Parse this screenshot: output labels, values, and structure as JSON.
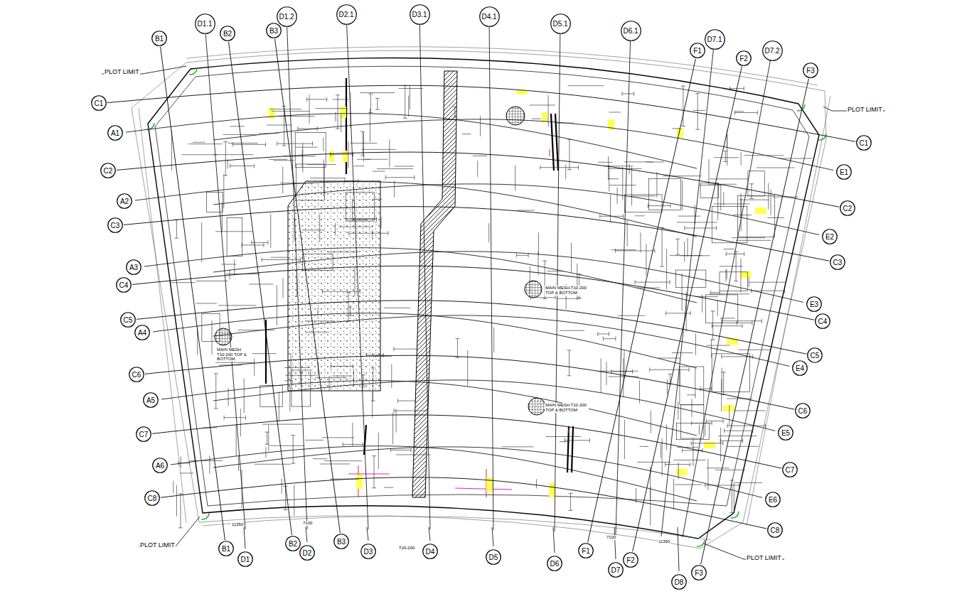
{
  "diagram": {
    "nodes": [
      {
        "text": [
          "B1"
        ]
      },
      {
        "text": [
          "D1.1"
        ]
      },
      {
        "text": [
          "B2"
        ]
      },
      {
        "text": [
          "B3"
        ]
      },
      {
        "text": [
          "D1.2"
        ]
      },
      {
        "text": [
          "D2.1"
        ]
      },
      {
        "text": [
          "D3.1"
        ]
      },
      {
        "text": [
          "D4.1"
        ]
      },
      {
        "text": [
          "D5.1"
        ]
      },
      {
        "text": [
          "D6.1"
        ]
      },
      {
        "text": [
          "F1"
        ]
      },
      {
        "text": [
          "D7.1"
        ]
      },
      {
        "text": [
          "F2"
        ]
      },
      {
        "text": [
          "D7.2"
        ]
      },
      {
        "text": [
          "F3"
        ]
      },
      {
        "text": [
          "C1"
        ]
      },
      {
        "text": [
          "A1"
        ]
      },
      {
        "text": [
          "C2"
        ]
      },
      {
        "text": [
          "A2"
        ]
      },
      {
        "text": [
          "C3"
        ]
      },
      {
        "text": [
          "A3"
        ]
      },
      {
        "text": [
          "C4"
        ]
      },
      {
        "text": [
          "C5"
        ]
      },
      {
        "text": [
          "A4"
        ]
      },
      {
        "text": [
          "C6"
        ]
      },
      {
        "text": [
          "A5"
        ]
      },
      {
        "text": [
          "C7"
        ]
      },
      {
        "text": [
          "A6"
        ]
      },
      {
        "text": [
          "C8"
        ]
      },
      {
        "text": [
          "C1"
        ]
      },
      {
        "text": [
          "E1"
        ]
      },
      {
        "text": [
          "C2"
        ]
      },
      {
        "text": [
          "E2"
        ]
      },
      {
        "text": [
          "C3"
        ]
      },
      {
        "text": [
          "E3"
        ]
      },
      {
        "text": [
          "C4"
        ]
      },
      {
        "text": [
          "C5"
        ]
      },
      {
        "text": [
          "E4"
        ]
      },
      {
        "text": [
          "C6"
        ]
      },
      {
        "text": [
          "E5"
        ]
      },
      {
        "text": [
          "C7"
        ]
      },
      {
        "text": [
          "E6"
        ]
      },
      {
        "text": [
          "C8"
        ]
      },
      {
        "text": [
          "B1"
        ]
      },
      {
        "text": [
          "D1"
        ]
      },
      {
        "text": [
          "B2"
        ]
      },
      {
        "text": [
          "D2"
        ]
      },
      {
        "text": [
          "B3"
        ]
      },
      {
        "text": [
          "D3"
        ]
      },
      {
        "text": [
          "D4"
        ]
      },
      {
        "text": [
          "D5"
        ]
      },
      {
        "text": [
          "D6"
        ]
      },
      {
        "text": [
          "F1"
        ]
      },
      {
        "text": [
          "D7"
        ]
      },
      {
        "text": [
          "F2"
        ]
      },
      {
        "text": [
          "D8"
        ]
      },
      {
        "text": [
          "F3"
        ]
      }
    ],
    "edges": [
      {
        "from": 15,
        "to": 29,
        "arrow": "none"
      },
      {
        "from": 17,
        "to": 31,
        "arrow": "none"
      },
      {
        "from": 19,
        "to": 33,
        "arrow": "none"
      },
      {
        "from": 21,
        "to": 35,
        "arrow": "none"
      },
      {
        "from": 22,
        "to": 36,
        "arrow": "none"
      },
      {
        "from": 24,
        "to": 38,
        "arrow": "none"
      },
      {
        "from": 26,
        "to": 40,
        "arrow": "none"
      },
      {
        "from": 28,
        "to": 42,
        "arrow": "none"
      },
      {
        "from": 0,
        "to": 43,
        "arrow": "none"
      },
      {
        "from": 2,
        "to": 45,
        "arrow": "none"
      },
      {
        "from": 3,
        "to": 47,
        "arrow": "none"
      },
      {
        "from": 10,
        "to": 52,
        "arrow": "none"
      },
      {
        "from": 12,
        "to": 54,
        "arrow": "none"
      },
      {
        "from": 14,
        "to": 56,
        "arrow": "none"
      }
    ],
    "labels": [
      "PLOT LIMIT",
      "PLOT LIMIT",
      "PLOT LIMIT",
      "PLOT LIMIT",
      "MAIN MESH T10-200 TOP & BOTTOM",
      "MAIN MESH T10-200 TOP & BOTTOM",
      "MAIN MESH T10-200 TOP & BOTTOM",
      "T20-200",
      "11350",
      "7100",
      "7100",
      "11350"
    ]
  }
}
